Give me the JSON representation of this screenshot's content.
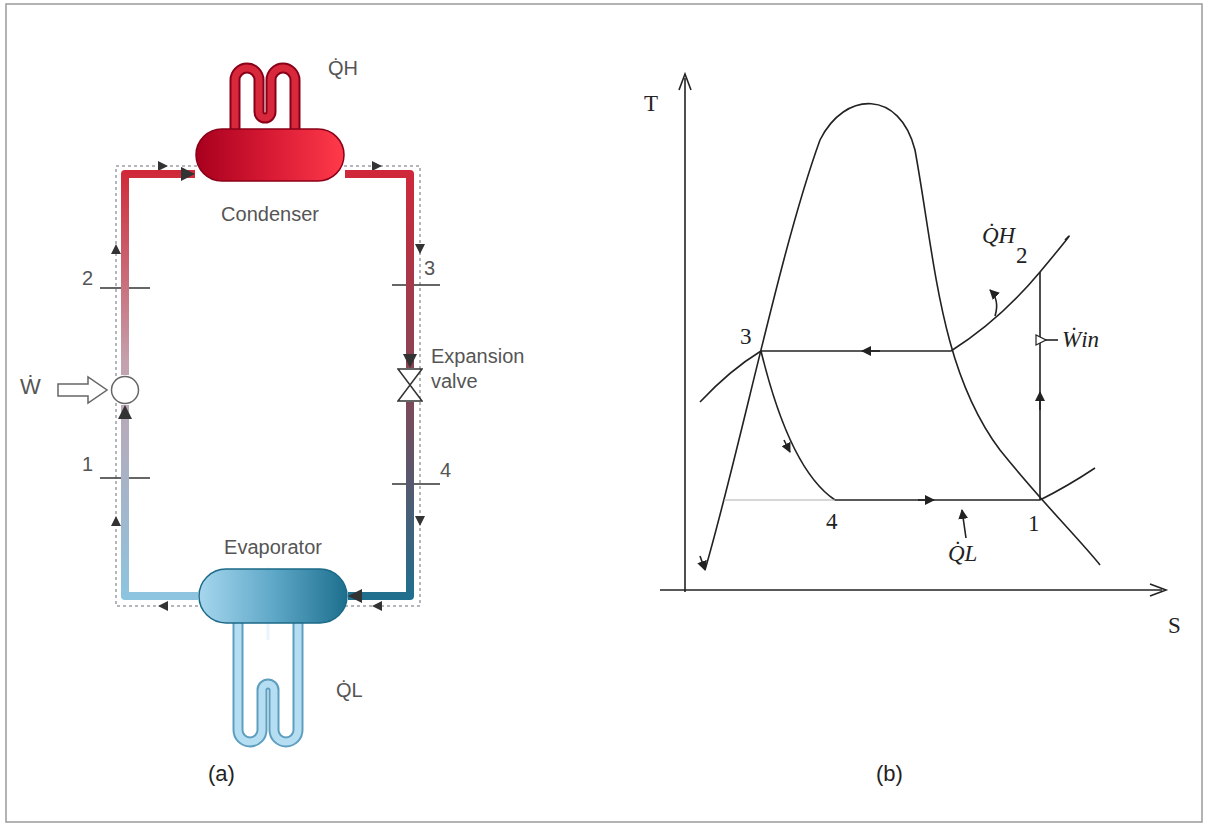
{
  "diagram": {
    "nodes": [
      {
        "text": [
          "Condenser"
        ]
      },
      {
        "text": [
          "Expansion valve"
        ]
      },
      {
        "text": [
          "Evaporator"
        ]
      },
      {
        "text": [
          "Ẇ"
        ]
      }
    ],
    "edges": [
      {
        "from": 3,
        "to": 0,
        "arrow": "to"
      },
      {
        "from": 0,
        "to": 1,
        "arrow": "to"
      },
      {
        "from": 1,
        "to": 2,
        "arrow": "to"
      },
      {
        "from": 2,
        "to": 3,
        "arrow": "to"
      }
    ],
    "labels": [
      "Q̇H",
      "2",
      "3",
      "1",
      "4",
      "Q̇L",
      "(a)",
      "T",
      "Q̇H",
      "2",
      "3",
      "Ẇin",
      "4",
      "Q̇L",
      "1",
      "S",
      "(b)"
    ]
  }
}
